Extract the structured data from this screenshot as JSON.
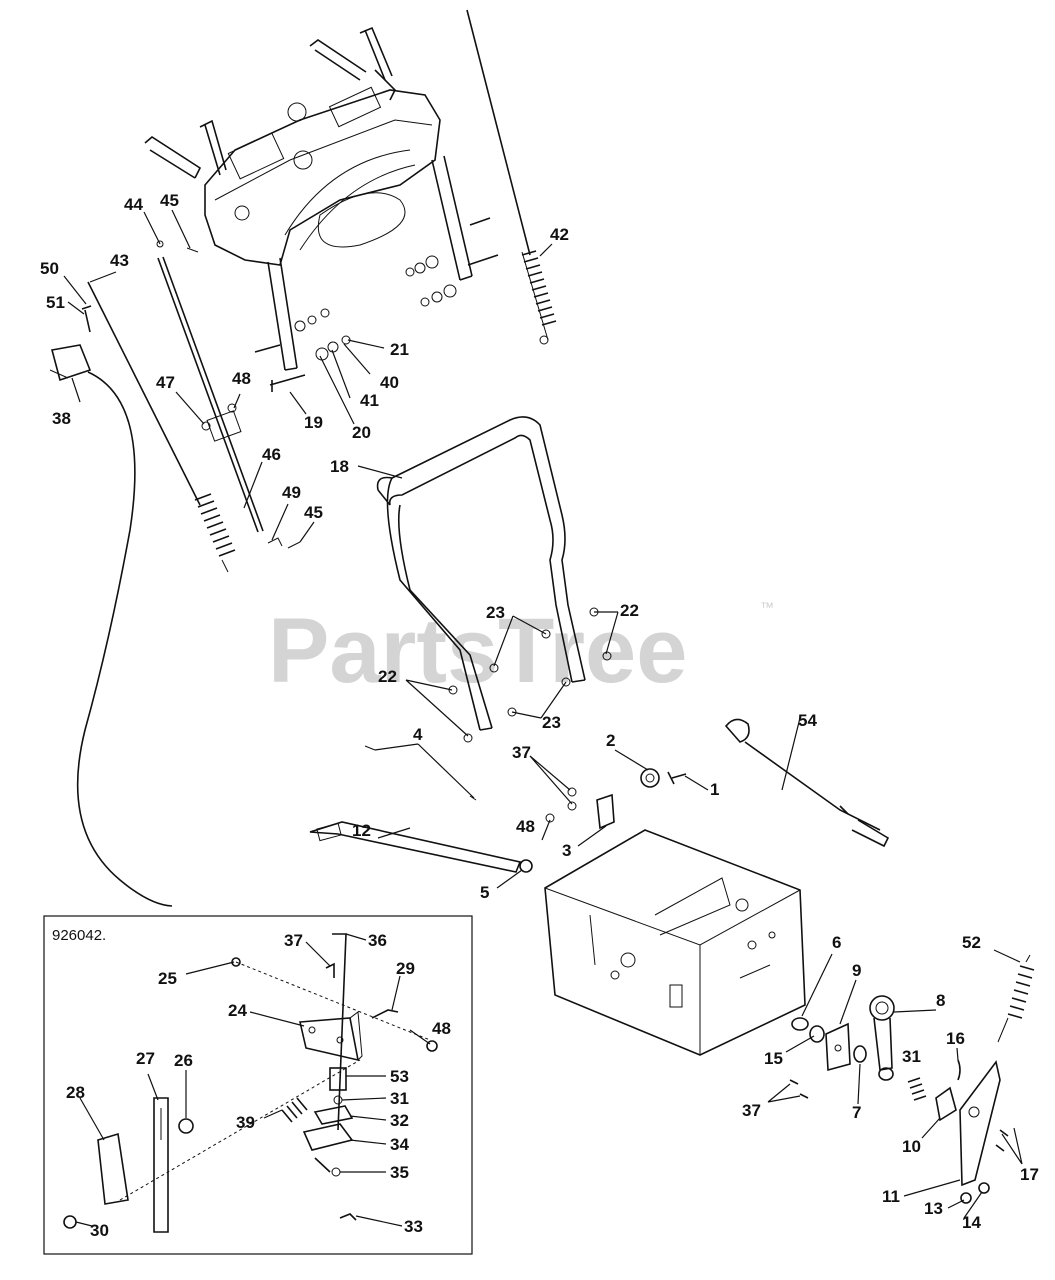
{
  "watermark": {
    "brand": "PartsTree",
    "trademark": "™"
  },
  "inset": {
    "title": "926042."
  },
  "callouts": {
    "c1": "1",
    "c2": "2",
    "c3": "3",
    "c4": "4",
    "c5": "5",
    "c6": "6",
    "c7": "7",
    "c8": "8",
    "c9": "9",
    "c10": "10",
    "c11": "11",
    "c12": "12",
    "c13": "13",
    "c14": "14",
    "c15": "15",
    "c16": "16",
    "c17a": "17",
    "c18": "18",
    "c19": "19",
    "c20": "20",
    "c21": "21",
    "c22a": "22",
    "c22b": "22",
    "c23a": "23",
    "c23b": "23",
    "c24": "24",
    "c25": "25",
    "c26": "26",
    "c27": "27",
    "c28": "28",
    "c29": "29",
    "c30": "30",
    "c31a": "31",
    "c31b": "31",
    "c32": "32",
    "c33": "33",
    "c34": "34",
    "c35": "35",
    "c36": "36",
    "c37a": "37",
    "c37b": "37",
    "c37c": "37",
    "c38": "38",
    "c39": "39",
    "c40": "40",
    "c41": "41",
    "c42": "42",
    "c43": "43",
    "c44": "44",
    "c45a": "45",
    "c45b": "45",
    "c46": "46",
    "c47": "47",
    "c48a": "48",
    "c48b": "48",
    "c48c": "48",
    "c49": "49",
    "c50": "50",
    "c51": "51",
    "c52": "52",
    "c53": "53",
    "c54": "54"
  }
}
